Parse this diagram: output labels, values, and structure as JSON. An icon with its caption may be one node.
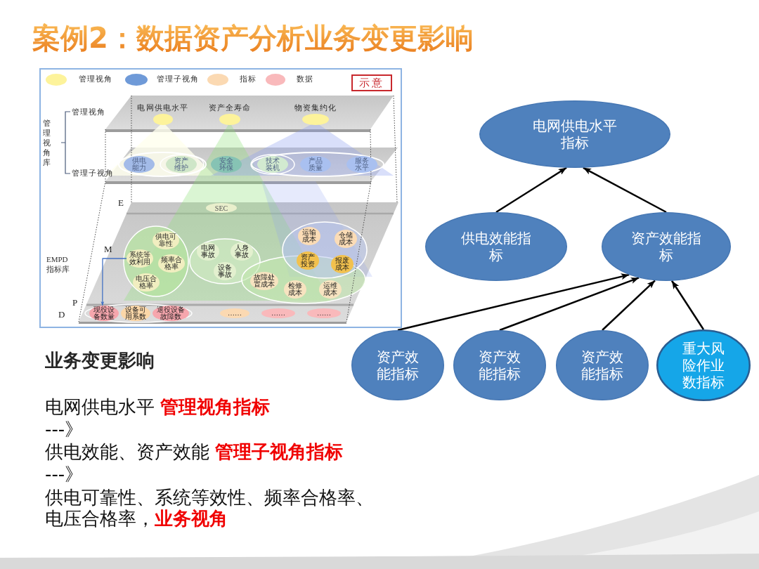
{
  "diagram": {
    "title": "案例2：数据资产分析业务变更影响",
    "nodes": [
      {
        "text": [
          "电网供电水平"
        ]
      },
      {
        "text": [
          "资产全寿命"
        ]
      },
      {
        "text": [
          "物资集约化"
        ]
      },
      {
        "text": [
          "供电能力"
        ]
      },
      {
        "text": [
          "资产维护"
        ]
      },
      {
        "text": [
          "安全环保"
        ]
      },
      {
        "text": [
          "技术装机"
        ]
      },
      {
        "text": [
          "产品质量"
        ]
      },
      {
        "text": [
          "服务水平"
        ]
      },
      {
        "text": [
          "SEC"
        ]
      },
      {
        "text": [
          "系统等效利用"
        ]
      },
      {
        "text": [
          "供电可靠性"
        ]
      },
      {
        "text": [
          "频率合格率"
        ]
      },
      {
        "text": [
          "电压合格率"
        ]
      },
      {
        "text": [
          "电网事故"
        ]
      },
      {
        "text": [
          "人身事故"
        ]
      },
      {
        "text": [
          "设备事故"
        ]
      },
      {
        "text": [
          "运输成本"
        ]
      },
      {
        "text": [
          "仓储成本"
        ]
      },
      {
        "text": [
          "故障处置成本"
        ]
      },
      {
        "text": [
          "资产投资"
        ]
      },
      {
        "text": [
          "报废成本"
        ]
      },
      {
        "text": [
          "检修成本"
        ]
      },
      {
        "text": [
          "运维成本"
        ]
      },
      {
        "text": [
          "现役设备数量"
        ]
      },
      {
        "text": [
          "设备可用系数"
        ]
      },
      {
        "text": [
          "退役设备故障数"
        ]
      },
      {
        "text": [
          "……"
        ]
      },
      {
        "text": [
          "……"
        ]
      },
      {
        "text": [
          "……"
        ]
      },
      {
        "text": [
          "电网供电水平指标"
        ]
      },
      {
        "text": [
          "供电效能指标"
        ]
      },
      {
        "text": [
          "资产效能指标"
        ]
      },
      {
        "text": [
          "资产效能指标"
        ]
      },
      {
        "text": [
          "资产效能指标"
        ]
      },
      {
        "text": [
          "资产效能指标"
        ]
      },
      {
        "text": [
          "重大风险作业数指标"
        ]
      }
    ],
    "edges": [
      {
        "from": 31,
        "to": 30,
        "arrow": "to"
      },
      {
        "from": 32,
        "to": 30,
        "arrow": "to"
      },
      {
        "from": 33,
        "to": 32,
        "arrow": "to"
      },
      {
        "from": 34,
        "to": 32,
        "arrow": "to"
      },
      {
        "from": 35,
        "to": 32,
        "arrow": "to"
      },
      {
        "from": 36,
        "to": 32,
        "arrow": "to"
      },
      {
        "from": 10,
        "to": 24,
        "arrow": "to",
        "color": "#4472c4"
      }
    ],
    "labels": [
      "示意",
      "管理视角库",
      "管理视角",
      "管理子视角",
      "E",
      "M",
      "EMPD 指标库",
      "P",
      "D",
      "业务变更影响",
      "电网供电水平 **管理视角指标**",
      "---》",
      "供电效能、资产效能 **管理子视角指标**",
      "---》",
      "供电可靠性、系统等效性、频率合格率、电压合格率，**业务视角**"
    ],
    "legend": [
      {
        "text": "管理视角",
        "color": "#fdf39b"
      },
      {
        "text": "管理子视角",
        "color": "#6f9ad8"
      },
      {
        "text": "指标",
        "color": "#fbd9b2"
      },
      {
        "text": "数据",
        "color": "#f9b9bb"
      }
    ]
  }
}
